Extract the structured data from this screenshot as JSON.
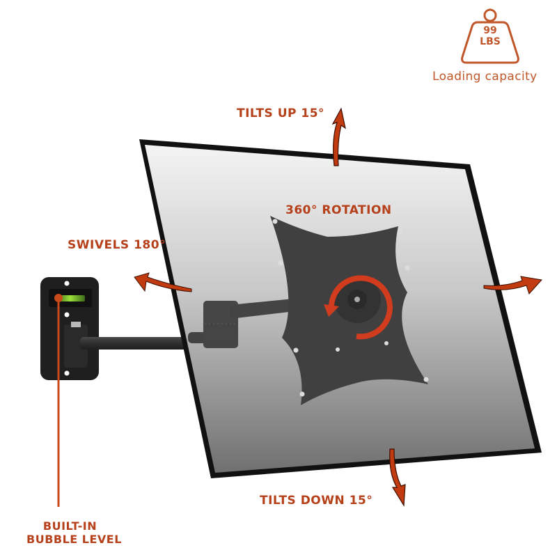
{
  "badge": {
    "icon": "weight-icon",
    "value": "99",
    "unit": "LBS",
    "caption": "Loading capacity"
  },
  "labels": {
    "tilt_up": "TILTS UP 15°",
    "rotation": "360° ROTATION",
    "swivel": "SWIVELS 180°",
    "tilt_down": "TILTS DOWN 15°",
    "level_line1": "BUILT-IN",
    "level_line2": "BUBBLE LEVEL"
  },
  "colors": {
    "accent": "#b5401a",
    "arrow": "#c23a10",
    "mount": "#3a3a3a",
    "screen_top": "#f2f2f2",
    "screen_bottom": "#7a7a7a",
    "bubble": "#7ed321"
  }
}
